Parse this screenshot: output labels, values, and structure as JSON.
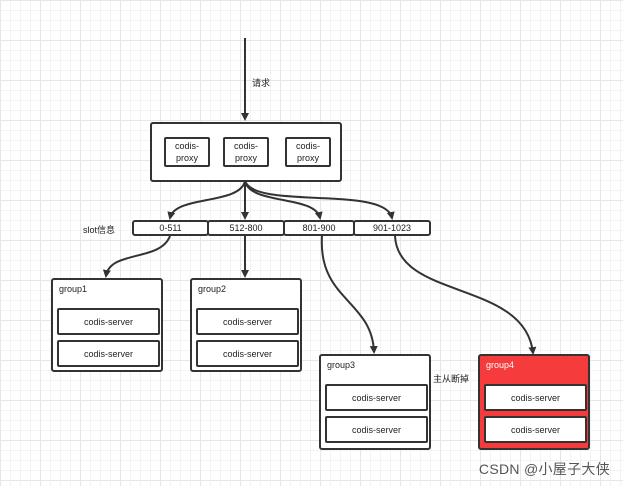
{
  "request_label": "请求",
  "proxies": [
    {
      "label": "codis-proxy"
    },
    {
      "label": "codis-proxy"
    },
    {
      "label": "codis-proxy"
    }
  ],
  "slot_info_label": "slot信息",
  "slots": [
    "0-511",
    "512-800",
    "801-900",
    "901-1023"
  ],
  "groups": [
    {
      "title": "group1",
      "servers": [
        "codis-server",
        "codis-server"
      ]
    },
    {
      "title": "group2",
      "servers": [
        "codis-server",
        "codis-server"
      ]
    },
    {
      "title": "group3",
      "servers": [
        "codis-server",
        "codis-server"
      ]
    },
    {
      "title": "group4",
      "servers": [
        "codis-server",
        "codis-server"
      ],
      "status": "failed"
    }
  ],
  "failover_label": "主从断掉",
  "colors": {
    "line": "#333333",
    "failed_group": "#f53b3b",
    "grid": "#e6e6e6"
  },
  "watermark": "CSDN @小屋子大侠"
}
